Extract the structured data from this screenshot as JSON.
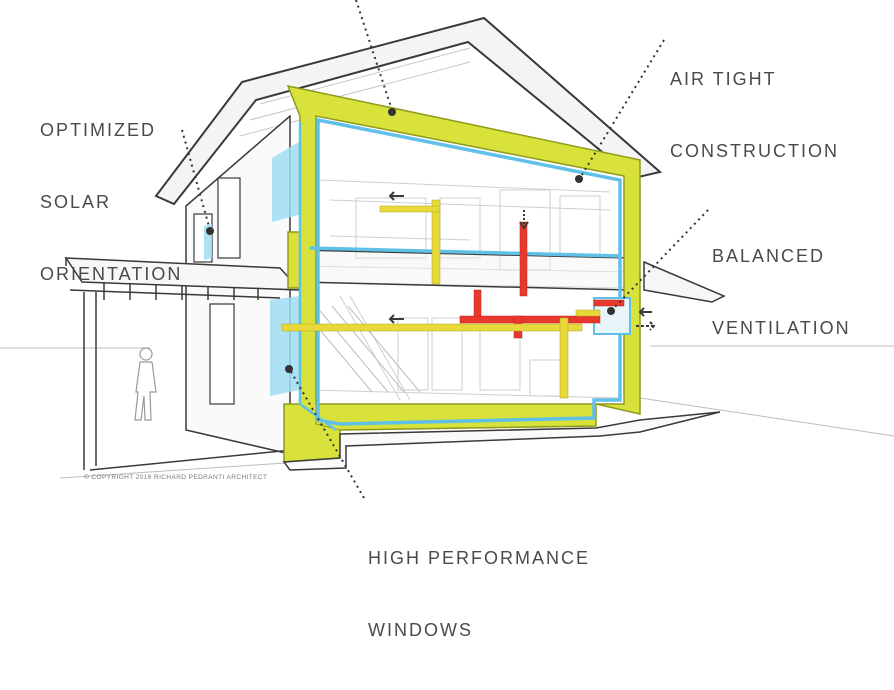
{
  "callouts": {
    "solar": {
      "line1": "OPTIMIZED",
      "line2": "SOLAR",
      "line3": "ORIENTATION"
    },
    "airtight": {
      "line1": "AIR TIGHT",
      "line2": "CONSTRUCTION"
    },
    "ventilation": {
      "line1": "BALANCED",
      "line2": "VENTILATION"
    },
    "windows": {
      "line1": "HIGH PERFORMANCE",
      "line2": "WINDOWS"
    }
  },
  "copyright": "© COPYRIGHT 2016 RICHARD PEDRANTI ARCHITECT",
  "colors": {
    "insulation": "#d8e23a",
    "insulation_edge": "#8f9a1d",
    "airtight_layer": "#5fc0e8",
    "fresh_air": "#e8d83a",
    "stale_air": "#e8382e",
    "line": "#3a3a3a",
    "callout_dot": "#333333",
    "label": "#4a4a4a"
  }
}
